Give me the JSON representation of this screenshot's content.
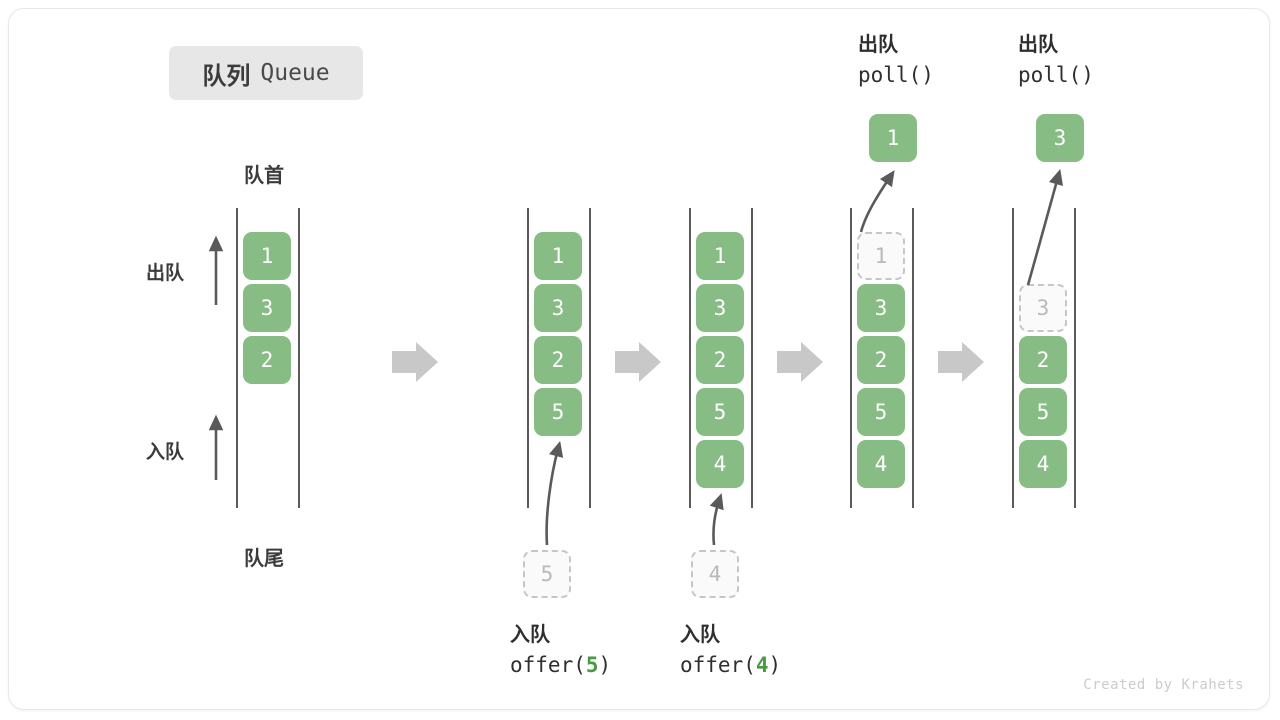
{
  "title": {
    "cn": "队列",
    "en": "Queue"
  },
  "labels": {
    "head": "队首",
    "tail": "队尾",
    "dequeue_side": "出队",
    "enqueue_side": "入队"
  },
  "watermark": "Created by Krahets",
  "colors": {
    "element_fill": "#87bd85",
    "element_text": "#ffffff",
    "ghost_fill": "#fafafa",
    "ghost_border": "#c6c6c6",
    "ghost_text": "#b9b9b9",
    "rail": "#5a5a5a",
    "arrow_gray": "#c8c8c8",
    "accent_code": "#479a44",
    "badge_bg": "#e7e7e7"
  },
  "steps": [
    {
      "id": "initial",
      "elements": [
        "1",
        "3",
        "2"
      ],
      "ghost_in_queue": null,
      "ghost_below": null,
      "popped": null,
      "op_top": null,
      "op_bottom": null
    },
    {
      "id": "after-offer-5",
      "elements": [
        "1",
        "3",
        "2",
        "5"
      ],
      "ghost_in_queue": null,
      "ghost_below": "5",
      "popped": null,
      "op_top": null,
      "op_bottom": {
        "cn": "入队",
        "code_prefix": "offer(",
        "arg": "5",
        "code_suffix": ")"
      }
    },
    {
      "id": "after-offer-4",
      "elements": [
        "1",
        "3",
        "2",
        "5",
        "4"
      ],
      "ghost_in_queue": null,
      "ghost_below": "4",
      "popped": null,
      "op_top": null,
      "op_bottom": {
        "cn": "入队",
        "code_prefix": "offer(",
        "arg": "4",
        "code_suffix": ")"
      }
    },
    {
      "id": "after-poll-1",
      "elements": [
        "3",
        "2",
        "5",
        "4"
      ],
      "ghost_in_queue": "1",
      "ghost_below": null,
      "popped": "1",
      "op_top": {
        "cn": "出队",
        "code": "poll()"
      },
      "op_bottom": null
    },
    {
      "id": "after-poll-3",
      "elements": [
        "2",
        "5",
        "4"
      ],
      "ghost_in_queue": "3",
      "ghost_below": null,
      "popped": "3",
      "op_top": {
        "cn": "出队",
        "code": "poll()"
      },
      "op_bottom": null
    }
  ],
  "step_arrows": [
    {
      "from": "initial",
      "to": "after-offer-5"
    },
    {
      "from": "after-offer-5",
      "to": "after-offer-4"
    },
    {
      "from": "after-offer-4",
      "to": "after-poll-1"
    },
    {
      "from": "after-poll-4",
      "to": "after-poll-3"
    }
  ],
  "cells": {
    "col1": {
      "e1": "1",
      "e2": "3",
      "e3": "2"
    },
    "col2": {
      "e1": "1",
      "e2": "3",
      "e3": "2",
      "e4": "5",
      "ghost": "5"
    },
    "col3": {
      "e1": "1",
      "e2": "3",
      "e3": "2",
      "e4": "5",
      "e5": "4",
      "ghost": "4"
    },
    "col4": {
      "ghost": "1",
      "e2": "3",
      "e3": "2",
      "e4": "5",
      "e5": "4",
      "popped": "1"
    },
    "col5": {
      "ghost": "3",
      "e3": "2",
      "e4": "5",
      "e5": "4",
      "popped": "3"
    }
  },
  "ops": {
    "offer5": {
      "cn": "入队",
      "prefix": "offer(",
      "arg": "5",
      "suffix": ")"
    },
    "offer4": {
      "cn": "入队",
      "prefix": "offer(",
      "arg": "4",
      "suffix": ")"
    },
    "poll1": {
      "cn": "出队",
      "code": "poll()"
    },
    "poll2": {
      "cn": "出队",
      "code": "poll()"
    }
  }
}
